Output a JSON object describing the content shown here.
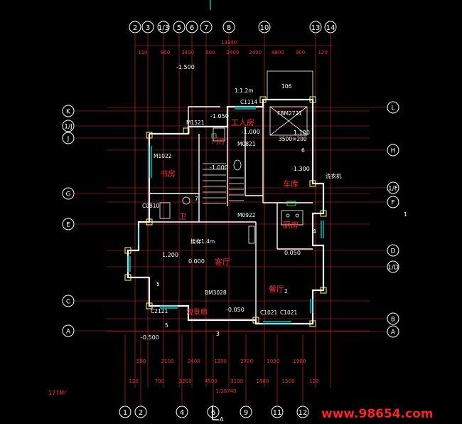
{
  "colors": {
    "background": "#000000",
    "wall": "#ffffff",
    "axis": "#ff3030",
    "dim": "#ff3030",
    "bubble": "#ffffff",
    "fixture": "#00e5e5",
    "hatch": "#ffff66",
    "green": "#33ff66",
    "watermark": "#ff2020"
  },
  "axes_top": [
    "2",
    "3",
    "1/3",
    "5",
    "6",
    "7",
    "8",
    "10",
    "13",
    "14"
  ],
  "axes_bottom": [
    "1",
    "2",
    "4",
    "6",
    "9",
    "11",
    "12"
  ],
  "axes_left": [
    "K",
    "1/J",
    "J",
    "G",
    "E",
    "C",
    "A"
  ],
  "axes_right": [
    "L",
    "H",
    "1/F",
    "F",
    "D",
    "1/D",
    "B",
    "A"
  ],
  "dims": {
    "top_total": "13340",
    "top_row": [
      "120",
      "900",
      "2400",
      "600",
      "2400",
      "2400",
      "4800",
      "900",
      "120"
    ],
    "bottom_total": "1/18740",
    "bottom_row": [
      "120",
      "700",
      "3200",
      "4500",
      "3100",
      "1800",
      "1500",
      "120"
    ],
    "bottom_row2": [
      "580",
      "2100",
      "2400",
      "1200",
      "2700",
      "1000",
      "1900"
    ]
  },
  "rooms": [
    {
      "name": "书房",
      "id": "study"
    },
    {
      "name": "工人房",
      "id": "servant"
    },
    {
      "name": "车库",
      "id": "garage"
    },
    {
      "name": "客厅",
      "id": "living"
    },
    {
      "name": "厨房",
      "id": "kitchen"
    },
    {
      "name": "餐厅",
      "id": "dining"
    },
    {
      "name": "门厅",
      "id": "foyer"
    },
    {
      "name": "卫",
      "id": "wc"
    },
    {
      "name": "观景廊",
      "id": "gallery"
    }
  ],
  "labels": {
    "area": "177M²",
    "watermark": "www.98654.com",
    "lvl_neg1500": "-1.500",
    "lvl_neg1050": "-1.050",
    "lvl_neg1000a": "-1.000",
    "lvl_neg1000b": "-1.000",
    "lvl_neg1300": "-1.300",
    "lvl_1200": "1.200",
    "lvl_0000": "0.000",
    "lvl_0050": "0.050",
    "lvl_neg0050": "-0.050",
    "lvl_neg0500": "-0.500",
    "lvl_1100": "1.100",
    "door_fbm": "FBM2721",
    "door_bm": "BM3028",
    "win_c2121": "C2121",
    "win_c1021a": "C1021",
    "win_c1021b": "C1021",
    "win_c1114": "C1114",
    "door_m1022": "M1022",
    "door_m1521": "M1521",
    "door_m0922": "M0922",
    "door_m0821": "M0821",
    "win_c0810": "C0810",
    "mark_106": "106",
    "section": "A",
    "stair_note": "1:1.2m",
    "living_note": "楼梯1.4m",
    "garage_note": "3500×200",
    "right_num": "1",
    "yard_note": "洗衣机",
    "small_5a": "5",
    "small_5b": "5",
    "small_3": "3",
    "small_2": "2",
    "small_6": "6",
    "small_4": "4",
    "small_7": "7"
  }
}
